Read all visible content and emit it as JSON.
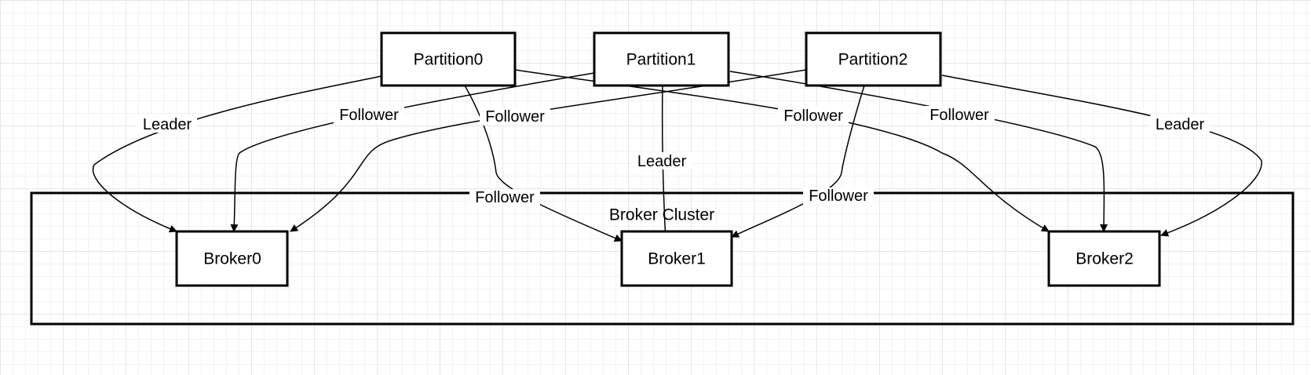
{
  "diagram": {
    "cluster_label": "Broker Cluster",
    "partitions": [
      {
        "id": "p0",
        "label": "Partition0"
      },
      {
        "id": "p1",
        "label": "Partition1"
      },
      {
        "id": "p2",
        "label": "Partition2"
      }
    ],
    "brokers": [
      {
        "id": "b0",
        "label": "Broker0"
      },
      {
        "id": "b1",
        "label": "Broker1"
      },
      {
        "id": "b2",
        "label": "Broker2"
      }
    ],
    "edges": [
      {
        "from": "Partition0",
        "to": "Broker0",
        "label": "Leader"
      },
      {
        "from": "Partition0",
        "to": "Broker1",
        "label": "Follower"
      },
      {
        "from": "Partition0",
        "to": "Broker2",
        "label": "Follower"
      },
      {
        "from": "Partition1",
        "to": "Broker0",
        "label": "Follower"
      },
      {
        "from": "Partition1",
        "to": "Broker1",
        "label": "Leader"
      },
      {
        "from": "Partition1",
        "to": "Broker2",
        "label": "Follower"
      },
      {
        "from": "Partition2",
        "to": "Broker0",
        "label": "Follower"
      },
      {
        "from": "Partition2",
        "to": "Broker1",
        "label": "Follower"
      },
      {
        "from": "Partition2",
        "to": "Broker2",
        "label": "Leader"
      }
    ]
  }
}
